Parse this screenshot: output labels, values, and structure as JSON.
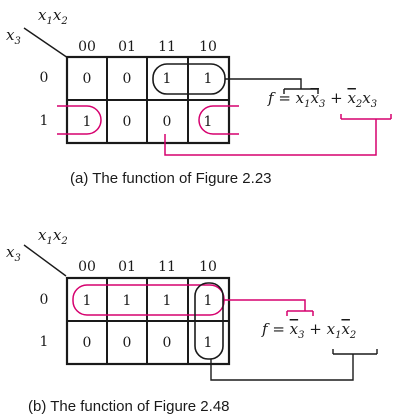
{
  "colors": {
    "ink": "#1a1a1a",
    "accent": "#d6006e"
  },
  "map_a": {
    "corner": {
      "cols_var": "x1x2",
      "rows_var": "x3"
    },
    "col_headers": [
      "00",
      "01",
      "11",
      "10"
    ],
    "row_headers": [
      "0",
      "1"
    ],
    "cells": [
      [
        "0",
        "0",
        "1",
        "1"
      ],
      [
        "1",
        "0",
        "0",
        "1"
      ]
    ],
    "expression": "f = x1x̄3 + x̄2x3",
    "caption": "(a) The function of Figure 2.23"
  },
  "map_b": {
    "corner": {
      "cols_var": "x1x2",
      "rows_var": "x3"
    },
    "col_headers": [
      "00",
      "01",
      "11",
      "10"
    ],
    "row_headers": [
      "0",
      "1"
    ],
    "cells": [
      [
        "1",
        "1",
        "1",
        "1"
      ],
      [
        "0",
        "0",
        "0",
        "1"
      ]
    ],
    "expression": "f = x̄3 + x1x̄2",
    "caption": "(b) The function of Figure 2.48"
  }
}
